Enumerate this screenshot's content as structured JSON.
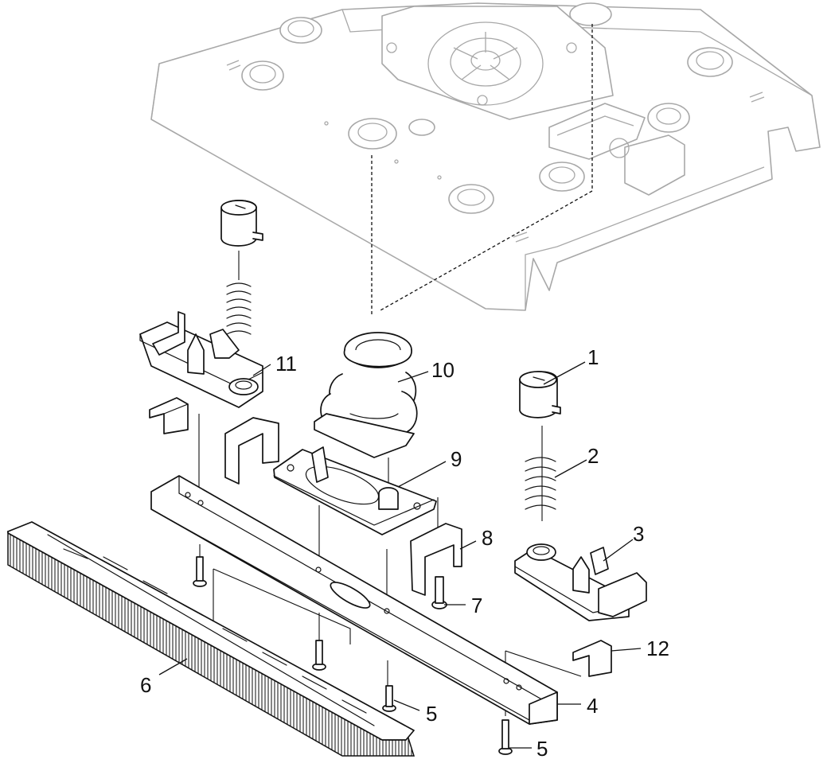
{
  "callouts": [
    {
      "id": "1",
      "label": "1"
    },
    {
      "id": "2",
      "label": "2"
    },
    {
      "id": "3",
      "label": "3"
    },
    {
      "id": "4",
      "label": "4"
    },
    {
      "id": "5a",
      "label": "5"
    },
    {
      "id": "5b",
      "label": "5"
    },
    {
      "id": "6",
      "label": "6"
    },
    {
      "id": "7",
      "label": "7"
    },
    {
      "id": "8",
      "label": "8"
    },
    {
      "id": "9",
      "label": "9"
    },
    {
      "id": "10",
      "label": "10"
    },
    {
      "id": "11",
      "label": "11"
    },
    {
      "id": "12",
      "label": "12"
    }
  ]
}
